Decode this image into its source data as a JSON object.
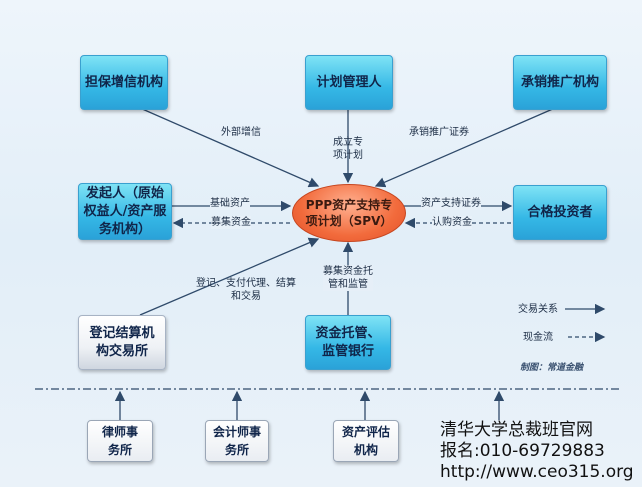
{
  "boxes": {
    "guarantor": "担保增信机构",
    "manager": "计划管理人",
    "underwriter": "承销推广机构",
    "originator": "发起人（原始权益人/资产服务机构）",
    "investor": "合格投资者",
    "registrar": "登记结算机构交易所",
    "custodian": "资金托管、监管银行",
    "law_firm": "律师事务所",
    "accounting_firm": "会计师事务所",
    "appraisal": "资产评估机构"
  },
  "spv": "PPP资产支持专项计划（SPV）",
  "labels": {
    "external_credit": "外部增信",
    "establish_plan": "成立专项计划",
    "underwrite_securities": "承销推广证券",
    "base_assets": "基础资产",
    "raised_funds_left": "募集资金",
    "abs_securities": "资产支持证券",
    "subscription_funds": "认购资金",
    "registration": "登记、支付代理、结算和交易",
    "custody": "募集资金托管和监管"
  },
  "legend": {
    "trade": "交易关系",
    "cash": "现金流",
    "credit": "制图：常道金融"
  },
  "watermark": {
    "line1": "清华大学总裁班官网",
    "line2": "报名:010-69729883",
    "line3": "http://www.ceo315.org"
  },
  "colors": {
    "box": "#35b8e6",
    "spv": "#f26b3c",
    "line": "#2f4a6a"
  }
}
